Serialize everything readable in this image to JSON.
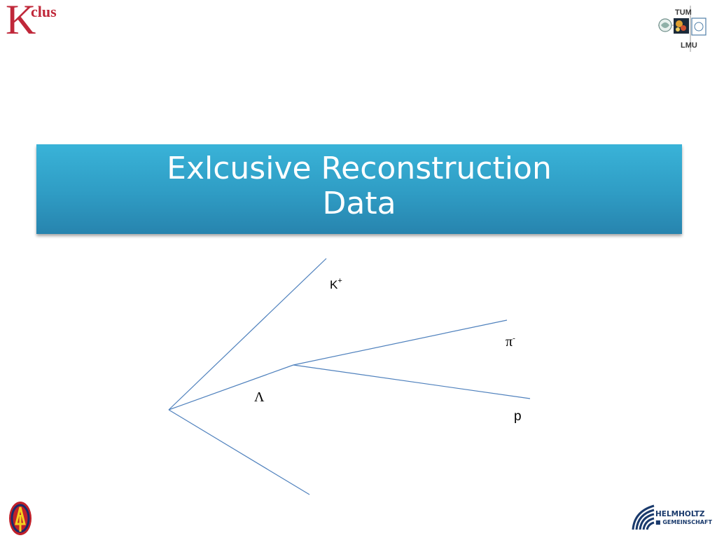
{
  "logos": {
    "kclus_k": "K",
    "kclus_suffix": "clus",
    "tum": "TUM",
    "lmu": "LMU",
    "helmholtz_line1": "HELMHOLTZ",
    "helmholtz_line2": "■ GEMEINSCHAFT"
  },
  "title": {
    "line1": "Exlcusive Reconstruction",
    "line2": "Data"
  },
  "diagram": {
    "labels": {
      "kplus": "K",
      "kplus_sup": "+",
      "piminus": "π",
      "piminus_sup": "-",
      "lambda": "Λ",
      "proton": "p"
    },
    "track_color": "#4f81bd"
  },
  "colors": {
    "banner_top": "#39b3d8",
    "banner_bottom": "#2784ae",
    "brand_red": "#c0283a"
  }
}
